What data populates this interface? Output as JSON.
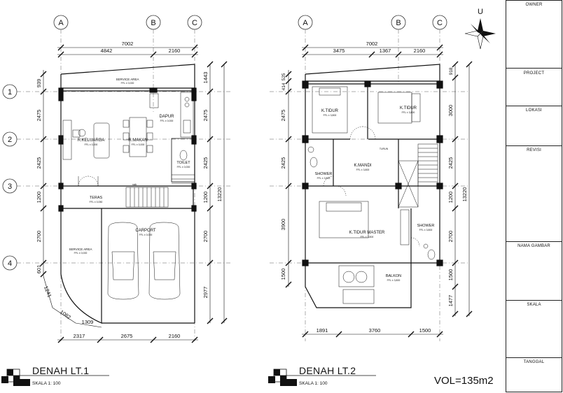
{
  "plan1": {
    "title": "DENAH LT.1",
    "scale": "SKALA 1: 100",
    "grid_cols": [
      "A",
      "B",
      "C"
    ],
    "grid_rows": [
      "1",
      "2",
      "3",
      "4"
    ],
    "dims_top": {
      "total": "7002",
      "seg1": "4842",
      "seg2": "2160"
    },
    "dims_bottom": {
      "seg1": "2317",
      "seg2": "2675",
      "seg3": "2160"
    },
    "dims_left": [
      "939",
      "2475",
      "2425",
      "1200",
      "2700",
      "601"
    ],
    "dims_right": [
      "1443",
      "2475",
      "2425",
      "1200",
      "2700",
      "2977"
    ],
    "dim_total_right": "13220",
    "dims_angled": [
      "1241",
      "1082",
      "1309"
    ],
    "rooms": {
      "service_top": "SERVICE AREA",
      "service_top_sub": "FFL ± 0,000",
      "dapur": "DAPUR",
      "dapur_sub": "FFL ± 0,000",
      "keluarga": "R.KELUARGA",
      "keluarga_sub": "FFL ± 0,000",
      "makan": "R.MAKAN",
      "makan_sub": "FFL ± 0,000",
      "toilet": "TOILET",
      "toilet_sub": "FFL ± 0,000",
      "teras": "TERAS",
      "teras_sub": "FFL ± 0,050",
      "carport": "CARPORT",
      "carport_sub": "FFL ± 0,000",
      "service_bottom": "SERVICE AREA",
      "service_bottom_sub": "FFL ± 0,000",
      "gate_note": "naik"
    }
  },
  "plan2": {
    "title": "DENAH LT.2",
    "scale": "SKALA 1: 100",
    "grid_cols": [
      "A",
      "B",
      "C"
    ],
    "dims_top": {
      "total": "7002",
      "seg1": "3475",
      "seg2": "1367",
      "seg3": "2160"
    },
    "dims_bottom": {
      "seg1": "1891",
      "seg2": "3760",
      "seg3": "1500"
    },
    "dims_left": [
      "525",
      "414",
      "2475",
      "2425",
      "3900",
      "1500"
    ],
    "dims_right": [
      "918",
      "3000",
      "2425",
      "1200",
      "2700",
      "1500",
      "1477"
    ],
    "dim_total_right": "13220",
    "rooms": {
      "tidur1": "K.TIDUR",
      "tidur1_sub": "FFL ± 3,800",
      "tidur2": "K.TIDUR",
      "tidur2_sub": "FFL ± 3,800",
      "mandi": "K.MANDI",
      "mandi_sub": "FFL ± 3,800",
      "shower1": "SHOWER",
      "shower1_sub": "FFL ± 3,800",
      "master": "K.TIDUR MASTER",
      "master_sub": "FFL ± 3,800",
      "shower2": "SHOWER",
      "shower2_sub": "FFL ± 3,800",
      "balkon": "BALKON",
      "balkon_sub": "FFL ± 3,800",
      "void": "TURUN"
    }
  },
  "north": "U",
  "volume": "VOL=135m2",
  "titleblock": [
    "OWNER",
    "PROJECT",
    "LOKASI",
    "REVISI",
    "NAMA GAMBAR",
    "SKALA",
    "TANGGAL"
  ],
  "colors": {
    "line": "#111111",
    "grid": "#333333",
    "fill_wall": "#111111"
  }
}
